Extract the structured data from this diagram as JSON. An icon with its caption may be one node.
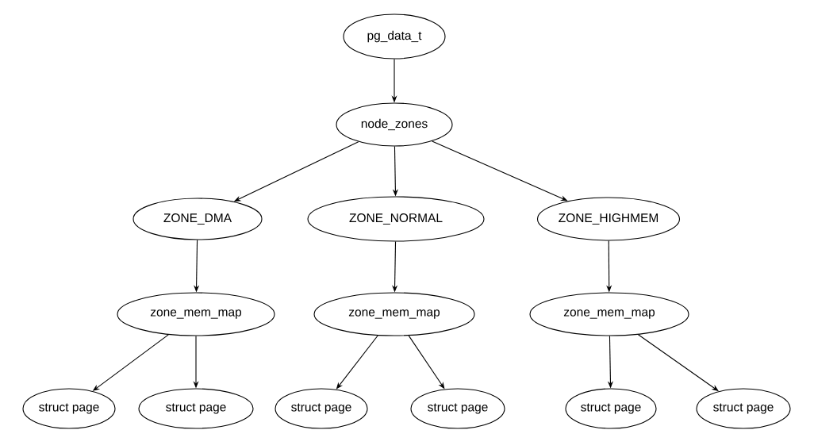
{
  "diagram": {
    "nodes": [
      {
        "text": [
          "pg_data_t"
        ]
      },
      {
        "text": [
          "node_zones"
        ]
      },
      {
        "text": [
          "ZONE_DMA"
        ]
      },
      {
        "text": [
          "ZONE_NORMAL"
        ]
      },
      {
        "text": [
          "ZONE_HIGHMEM"
        ]
      },
      {
        "text": [
          "zone_mem_map"
        ]
      },
      {
        "text": [
          "zone_mem_map"
        ]
      },
      {
        "text": [
          "zone_mem_map"
        ]
      },
      {
        "text": [
          "struct page"
        ]
      },
      {
        "text": [
          "struct page"
        ]
      },
      {
        "text": [
          "struct page"
        ]
      },
      {
        "text": [
          "struct page"
        ]
      },
      {
        "text": [
          "struct page"
        ]
      },
      {
        "text": [
          "struct page"
        ]
      }
    ],
    "edges": [
      {
        "from": 0,
        "to": 1,
        "arrow": "to"
      },
      {
        "from": 1,
        "to": 2,
        "arrow": "to"
      },
      {
        "from": 1,
        "to": 3,
        "arrow": "to"
      },
      {
        "from": 1,
        "to": 4,
        "arrow": "to"
      },
      {
        "from": 2,
        "to": 5,
        "arrow": "to"
      },
      {
        "from": 3,
        "to": 6,
        "arrow": "to"
      },
      {
        "from": 4,
        "to": 7,
        "arrow": "to"
      },
      {
        "from": 5,
        "to": 8,
        "arrow": "to"
      },
      {
        "from": 5,
        "to": 9,
        "arrow": "to"
      },
      {
        "from": 6,
        "to": 10,
        "arrow": "to"
      },
      {
        "from": 6,
        "to": 11,
        "arrow": "to"
      },
      {
        "from": 7,
        "to": 12,
        "arrow": "to"
      },
      {
        "from": 7,
        "to": 13,
        "arrow": "to"
      }
    ]
  }
}
